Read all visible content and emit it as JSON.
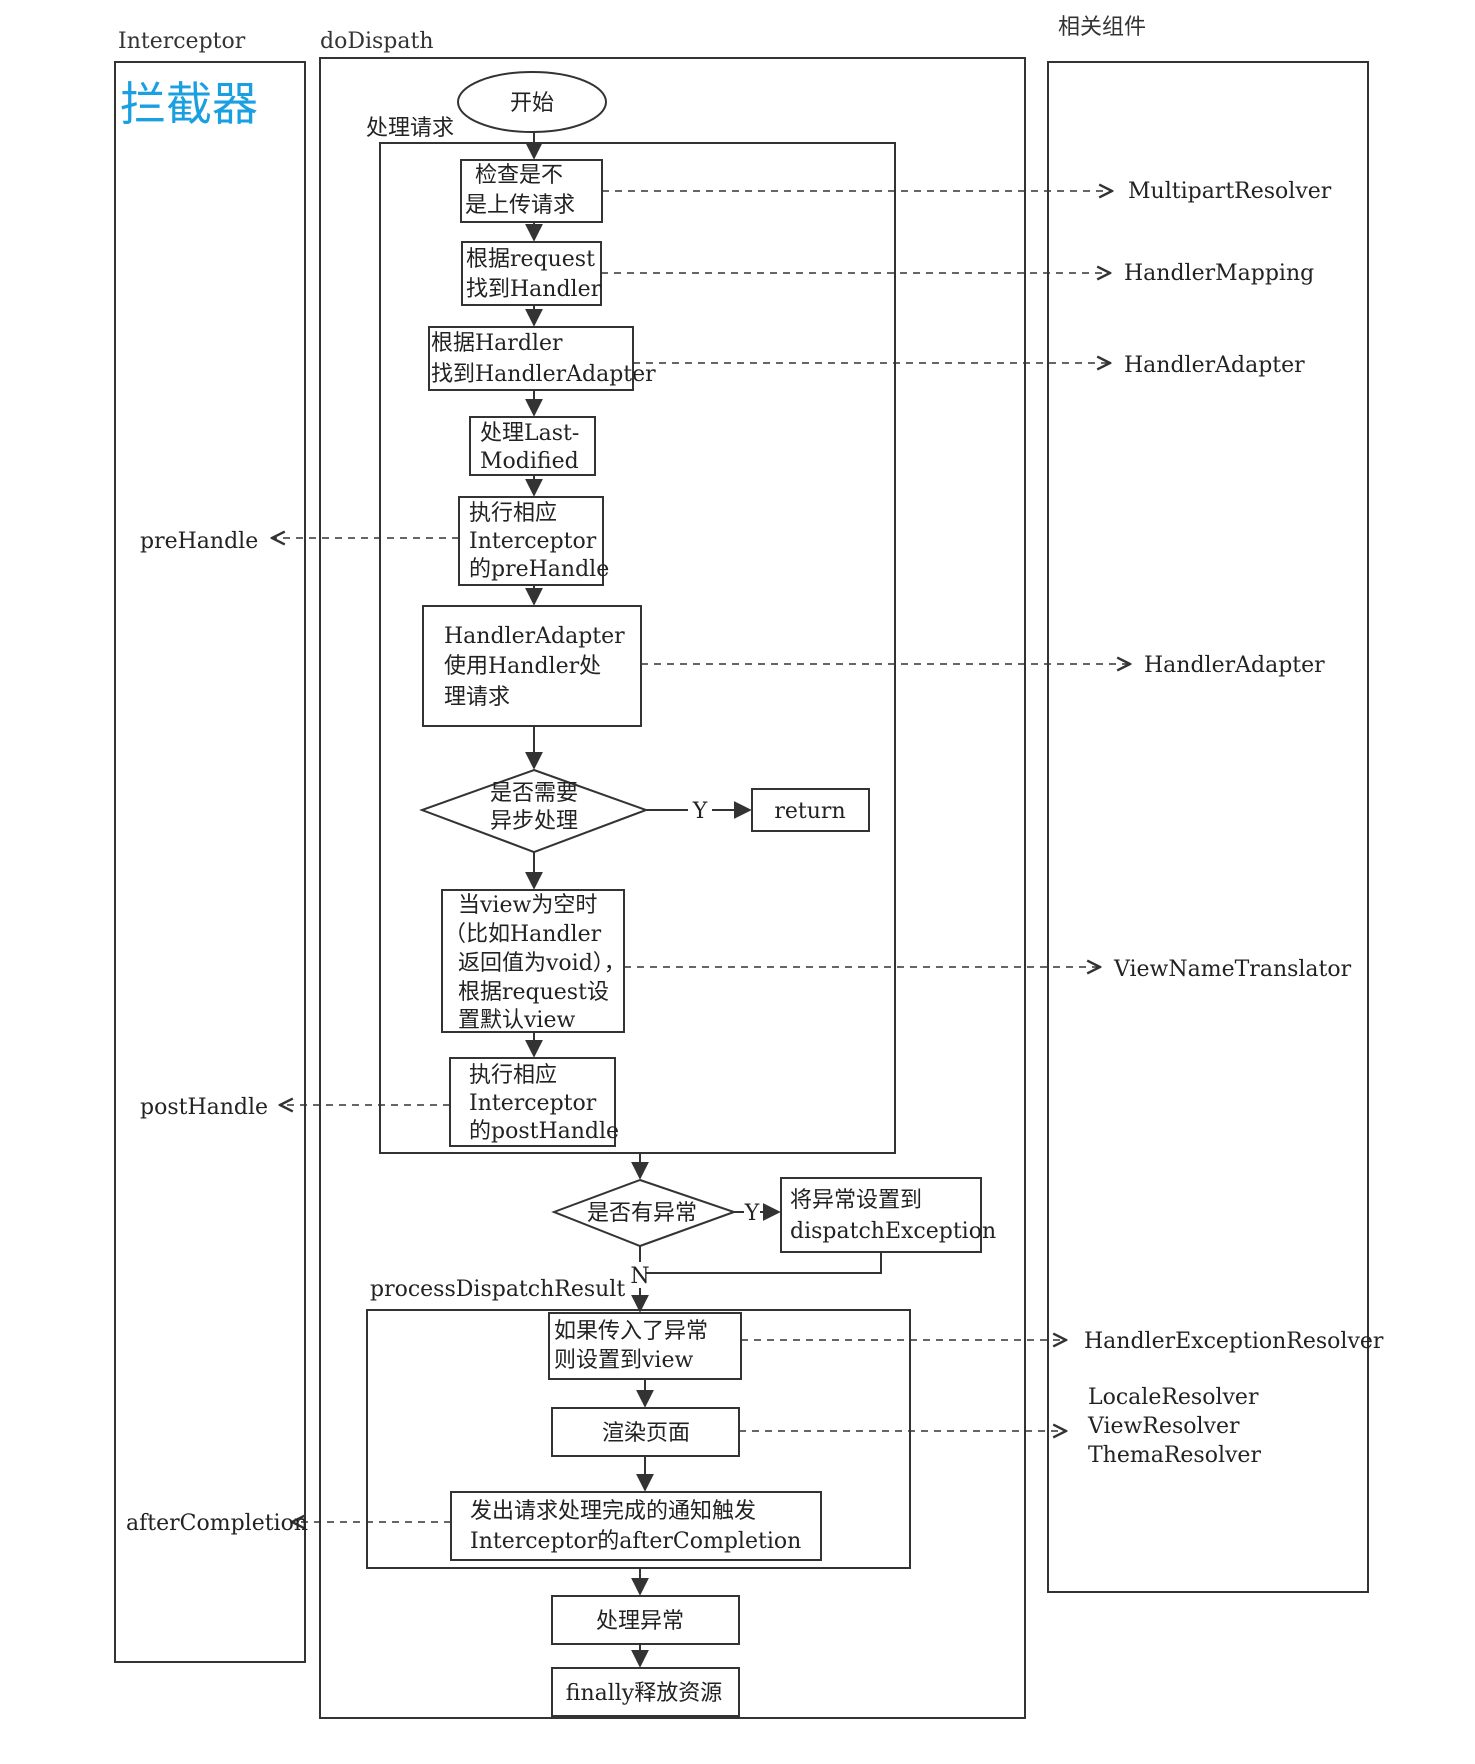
{
  "lanes": {
    "interceptor_label": "Interceptor",
    "interceptor_cn": "拦截器",
    "dispatch_label": "doDispath",
    "components_label": "相关组件"
  },
  "groups": {
    "handle_request": "处理请求",
    "process_dispatch_result": "processDispatchResult"
  },
  "nodes": {
    "start": "开始",
    "check_upload": [
      "检查是不",
      "是上传请求"
    ],
    "find_handler": [
      "根据request",
      "找到Handler"
    ],
    "find_adapter": [
      "根据Hardler",
      "找到HandlerAdapter"
    ],
    "last_modified": [
      "处理Last-",
      "Modified"
    ],
    "pre_handle": [
      "执行相应",
      "Interceptor",
      "的preHandle"
    ],
    "adapter_handle": [
      "HandlerAdapter",
      "使用Handler处",
      "理请求"
    ],
    "async_decision": [
      "是否需要",
      "异步处理"
    ],
    "return": "return",
    "default_view": [
      "当view为空时",
      "（比如Handler",
      "返回值为void），",
      "根据request设",
      "置默认view"
    ],
    "post_handle": [
      "执行相应",
      "Interceptor",
      "的postHandle"
    ],
    "exception_decision": "是否有异常",
    "set_exception": [
      "将异常设置到",
      "dispatchException"
    ],
    "exception_to_view": [
      "如果传入了异常",
      "则设置到view"
    ],
    "render": "渲染页面",
    "after_completion": [
      "发出请求处理完成的通知触发",
      "Interceptor的afterCompletion"
    ],
    "handle_exception": "处理异常",
    "finally_release": "finally释放资源"
  },
  "edge_labels": {
    "yes": "Y",
    "no": "N"
  },
  "interceptor_calls": {
    "pre": "preHandle",
    "post": "postHandle",
    "after": "afterCompletion"
  },
  "components": {
    "multipart": "MultipartResolver",
    "handler_mapping": "HandlerMapping",
    "handler_adapter_1": "HandlerAdapter",
    "handler_adapter_2": "HandlerAdapter",
    "view_name_translator": "ViewNameTranslator",
    "exception_resolver": "HandlerExceptionResolver",
    "locale_resolver": "LocaleResolver",
    "view_resolver": "ViewResolver",
    "thema_resolver": "ThemaResolver"
  },
  "colors": {
    "accent_title": "#1a9fe0",
    "line": "#333333"
  }
}
